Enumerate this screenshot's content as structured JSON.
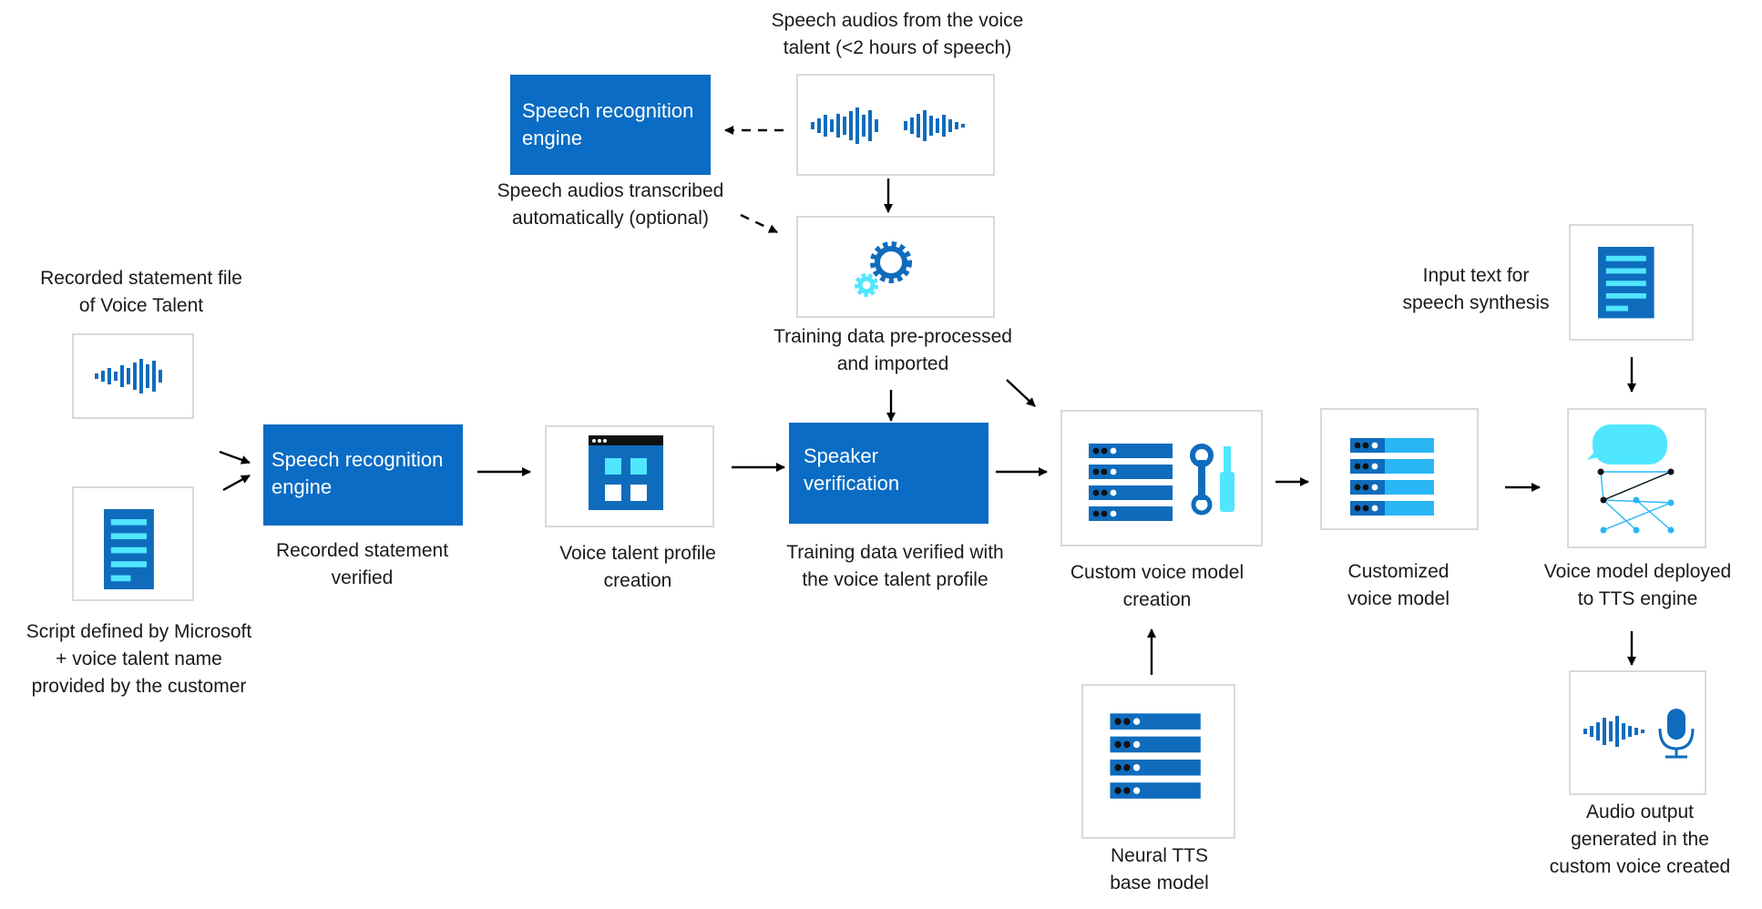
{
  "labels": {
    "speech_audios": "Speech audios from the voice\ntalent (<2 hours of speech)",
    "transcribed": "Speech audios transcribed\nautomatically (optional)",
    "recorded_file": "Recorded statement file\nof Voice Talent",
    "preprocessed": "Training data pre-processed\nand imported",
    "script": "Script defined by Microsoft\n+ voice talent name\nprovided by the customer",
    "recorded_verified": "Recorded statement\nverified",
    "profile_creation": "Voice talent profile\ncreation",
    "training_verified": "Training data verified with\nthe voice talent profile",
    "custom_model_creation": "Custom voice model\ncreation",
    "customized_model": "Customized\nvoice model",
    "input_text": "Input text for\nspeech synthesis",
    "deployed": "Voice model deployed\nto TTS engine",
    "neural_base": "Neural TTS\nbase model",
    "audio_output": "Audio output\ngenerated in the\ncustom voice created"
  },
  "boxes": {
    "sr_engine_top": "Speech recognition\nengine",
    "sr_engine_main": "Speech recognition\nengine",
    "speaker_verification": "Speaker\nverification"
  },
  "icons": {
    "waveform_top": "audio-waveform-icon",
    "gears": "gears-icon",
    "waveform_left": "audio-waveform-icon",
    "script_doc": "document-icon",
    "profile_window": "app-window-icon",
    "servers_tools": "servers-with-tools-icon",
    "servers_custom": "servers-icon",
    "input_doc": "document-icon",
    "deploy_network": "chat-network-icon",
    "servers_base": "servers-icon",
    "audio_mic": "waveform-microphone-icon"
  },
  "colors": {
    "primary_blue": "#0f6cbd",
    "box_blue": "#0a6cc4",
    "light_cyan": "#50e6ff",
    "mid_cyan": "#29b6f6",
    "frame_gray": "#d9d9d9",
    "arrow": "#000000",
    "text": "#1a1a1a"
  }
}
